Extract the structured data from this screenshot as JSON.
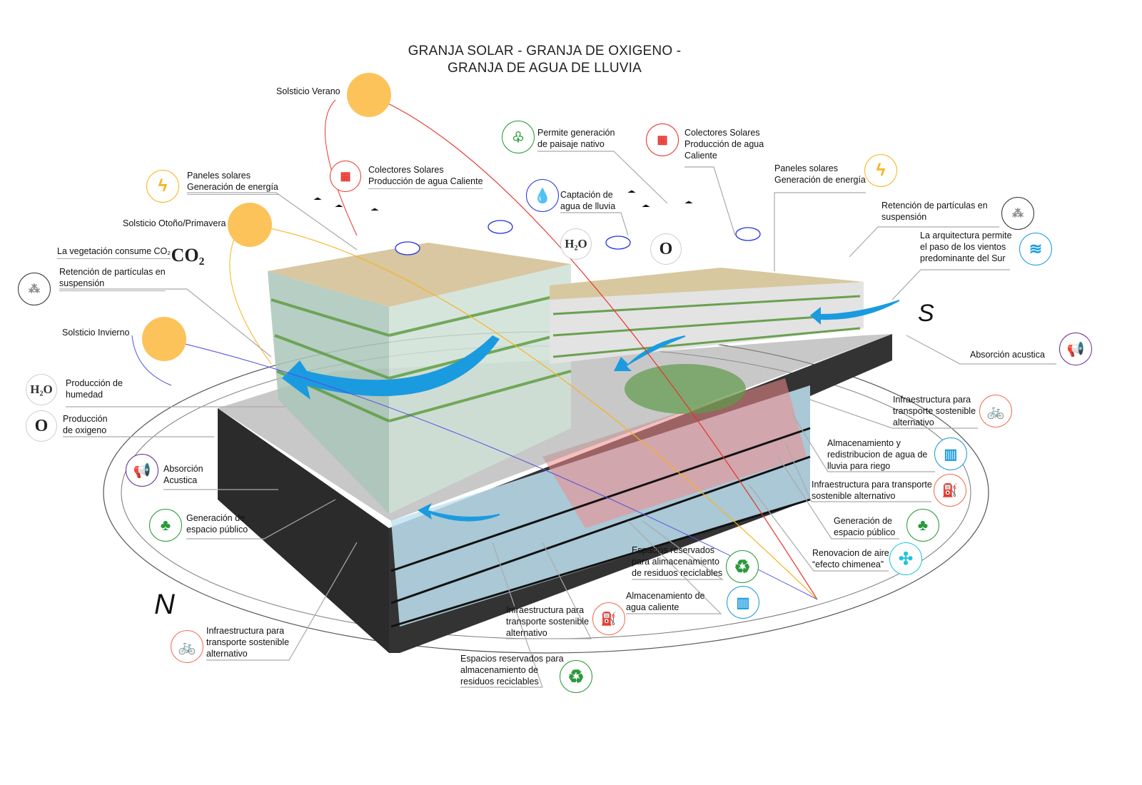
{
  "title": {
    "line1": "GRANJA SOLAR - GRANJA DE OXIGENO -",
    "line2": "GRANJA DE AGUA DE LLUVIA"
  },
  "compass": {
    "north": "N",
    "south": "S"
  },
  "suns": {
    "summer": "Solsticio Verano",
    "equinox": "Solsticio Otoño/Primavera",
    "winter": "Solsticio Invierno"
  },
  "labels": {
    "colectores_left": [
      "Colectores Solares",
      "Producción de agua Caliente"
    ],
    "paneles_left": [
      "Paneles solares",
      "Generación de energía"
    ],
    "co2": [
      "La vegetación consume CO₂"
    ],
    "particulas_left": [
      "Retención de partículas en",
      "suspensión"
    ],
    "humedad": [
      "Producción de",
      "humedad"
    ],
    "oxigeno": [
      "Producción",
      "de oxigeno"
    ],
    "acustica_left": [
      "Absorción",
      "Acustica"
    ],
    "espacio_left": [
      "Generación de",
      "espacio público"
    ],
    "transporte_left": [
      "Infraestructura para",
      "transporte sostenible",
      "alternativo"
    ],
    "residuos_bottom": [
      "Espacios reservados para",
      "almacenamiento de",
      "residuos reciclables"
    ],
    "transporte_bottom": [
      "Infraestructura para",
      "transporte sostenible",
      "alternativo"
    ],
    "agua_caliente": [
      "Almacenamiento de",
      "agua caliente"
    ],
    "residuos_mid": [
      "Espacios reservados",
      "para alimacenamiento",
      "de residuos reciclables"
    ],
    "paisaje": [
      "Permite generación",
      "de paisaje nativo"
    ],
    "lluvia": [
      "Captación de",
      "agua de lluvia"
    ],
    "colectores_right": [
      "Colectores Solares",
      "Producción de agua",
      "Caliente"
    ],
    "paneles_right": [
      "Paneles solares",
      "Generación de energía"
    ],
    "particulas_right": [
      "Retención de partículas en",
      "suspensión"
    ],
    "vientos": [
      "La arquitectura permite",
      "el paso de los vientos",
      "predominante del Sur"
    ],
    "acustica_right": [
      "Absorción acustica"
    ],
    "transporte_right1": [
      "Infraestructura para",
      "transporte sostenible",
      "alternativo"
    ],
    "agua_riego": [
      "Almacenamiento y",
      "redistribucion de agua de",
      "lluvia para riego"
    ],
    "transporte_right2": [
      "Infraestructura para transporte",
      "sostenible alternativo"
    ],
    "espacio_right": [
      "Generación de",
      "espacio público"
    ],
    "renovacion": [
      "Renovacion de aire",
      "“efecto chimenea”"
    ]
  },
  "icon_text": {
    "h2o": "H₂O",
    "o": "O",
    "co2": "CO₂"
  },
  "colors": {
    "sun": "#fcc35a",
    "energy": "#f6b41c",
    "solar_red": "#e8322c",
    "water_blue": "#1a9be0",
    "green": "#2a9a3a",
    "purple": "#6a2c91",
    "orange": "#f07050",
    "cyan": "#1fc4e0"
  }
}
